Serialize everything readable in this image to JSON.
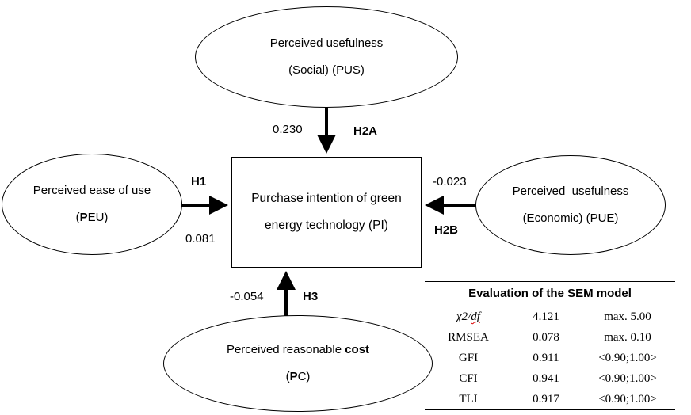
{
  "nodes": {
    "pus": {
      "line1": "Perceived usefulness",
      "line2": "(Social) (PUS)"
    },
    "peu": {
      "line1": "Perceived ease of use",
      "line2_prefix": "(",
      "line2_bold": "P",
      "line2_rest": "EU)"
    },
    "pi": {
      "line1": "Purchase intention of green",
      "line2": "energy technology (PI)"
    },
    "pue": {
      "line1": "Perceived  usefulness",
      "line2": "(Economic) (PUE)"
    },
    "pc": {
      "line1_main": "Perceived reasonable ",
      "line1_bold": "cost",
      "line2_prefix": "(",
      "line2_bold": "P",
      "line2_rest": "C)"
    }
  },
  "paths": {
    "h2a": {
      "label": "H2A",
      "coef": "0.230"
    },
    "h1": {
      "label": "H1",
      "coef": "0.081"
    },
    "h2b": {
      "label": "H2B",
      "coef": "-0.023"
    },
    "h3": {
      "label": "H3",
      "coef": "-0.054"
    }
  },
  "sem_table": {
    "title": "Evaluation of the SEM model",
    "rows": [
      {
        "index": "χ2/df",
        "value": "4.121",
        "threshold": "max. 5.00"
      },
      {
        "index": "RMSEA",
        "value": "0.078",
        "threshold": "max. 0.10"
      },
      {
        "index": "GFI",
        "value": "0.911",
        "threshold": "<0.90;1.00>"
      },
      {
        "index": "CFI",
        "value": "0.941",
        "threshold": "<0.90;1.00>"
      },
      {
        "index": "TLI",
        "value": "0.917",
        "threshold": "<0.90;1.00>"
      }
    ]
  }
}
